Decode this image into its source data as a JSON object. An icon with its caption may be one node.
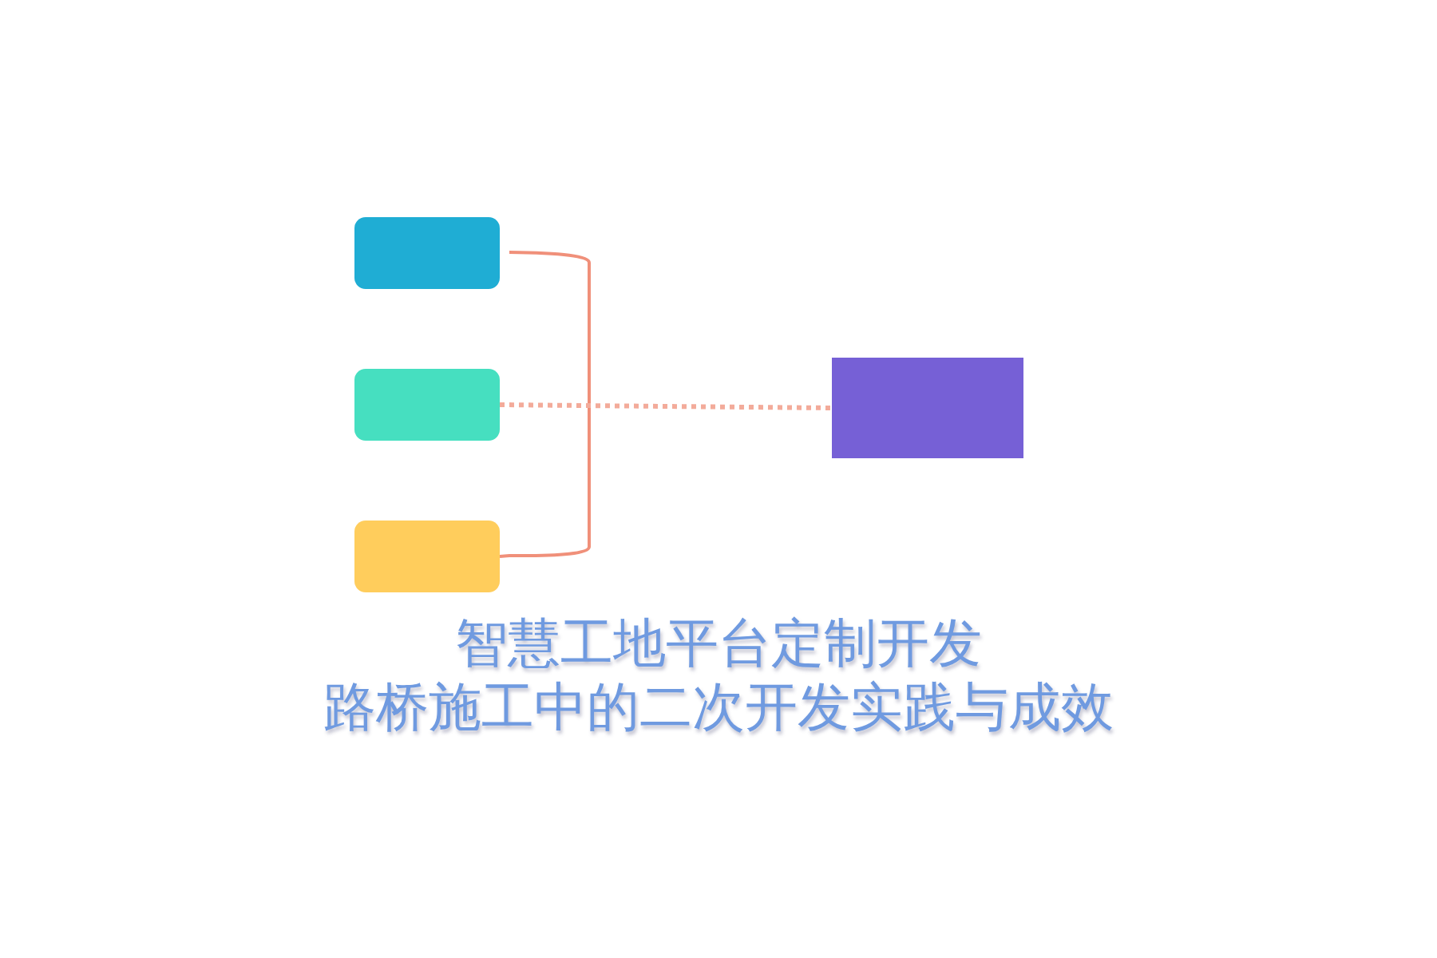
{
  "diagram": {
    "title": "智慧工地平台定制开发",
    "caption": "路桥施工中的二次开发实践与成效",
    "nodes": [
      {
        "text": [],
        "shape": "box"
      },
      {
        "text": [],
        "shape": "box"
      },
      {
        "text": [],
        "shape": "box"
      },
      {
        "text": [],
        "shape": "box"
      }
    ],
    "edges": [
      {
        "from": 0,
        "to": 2,
        "arrow": "none"
      },
      {
        "from": 1,
        "to": 3,
        "arrow": "none",
        "style": "dashed"
      }
    ]
  }
}
